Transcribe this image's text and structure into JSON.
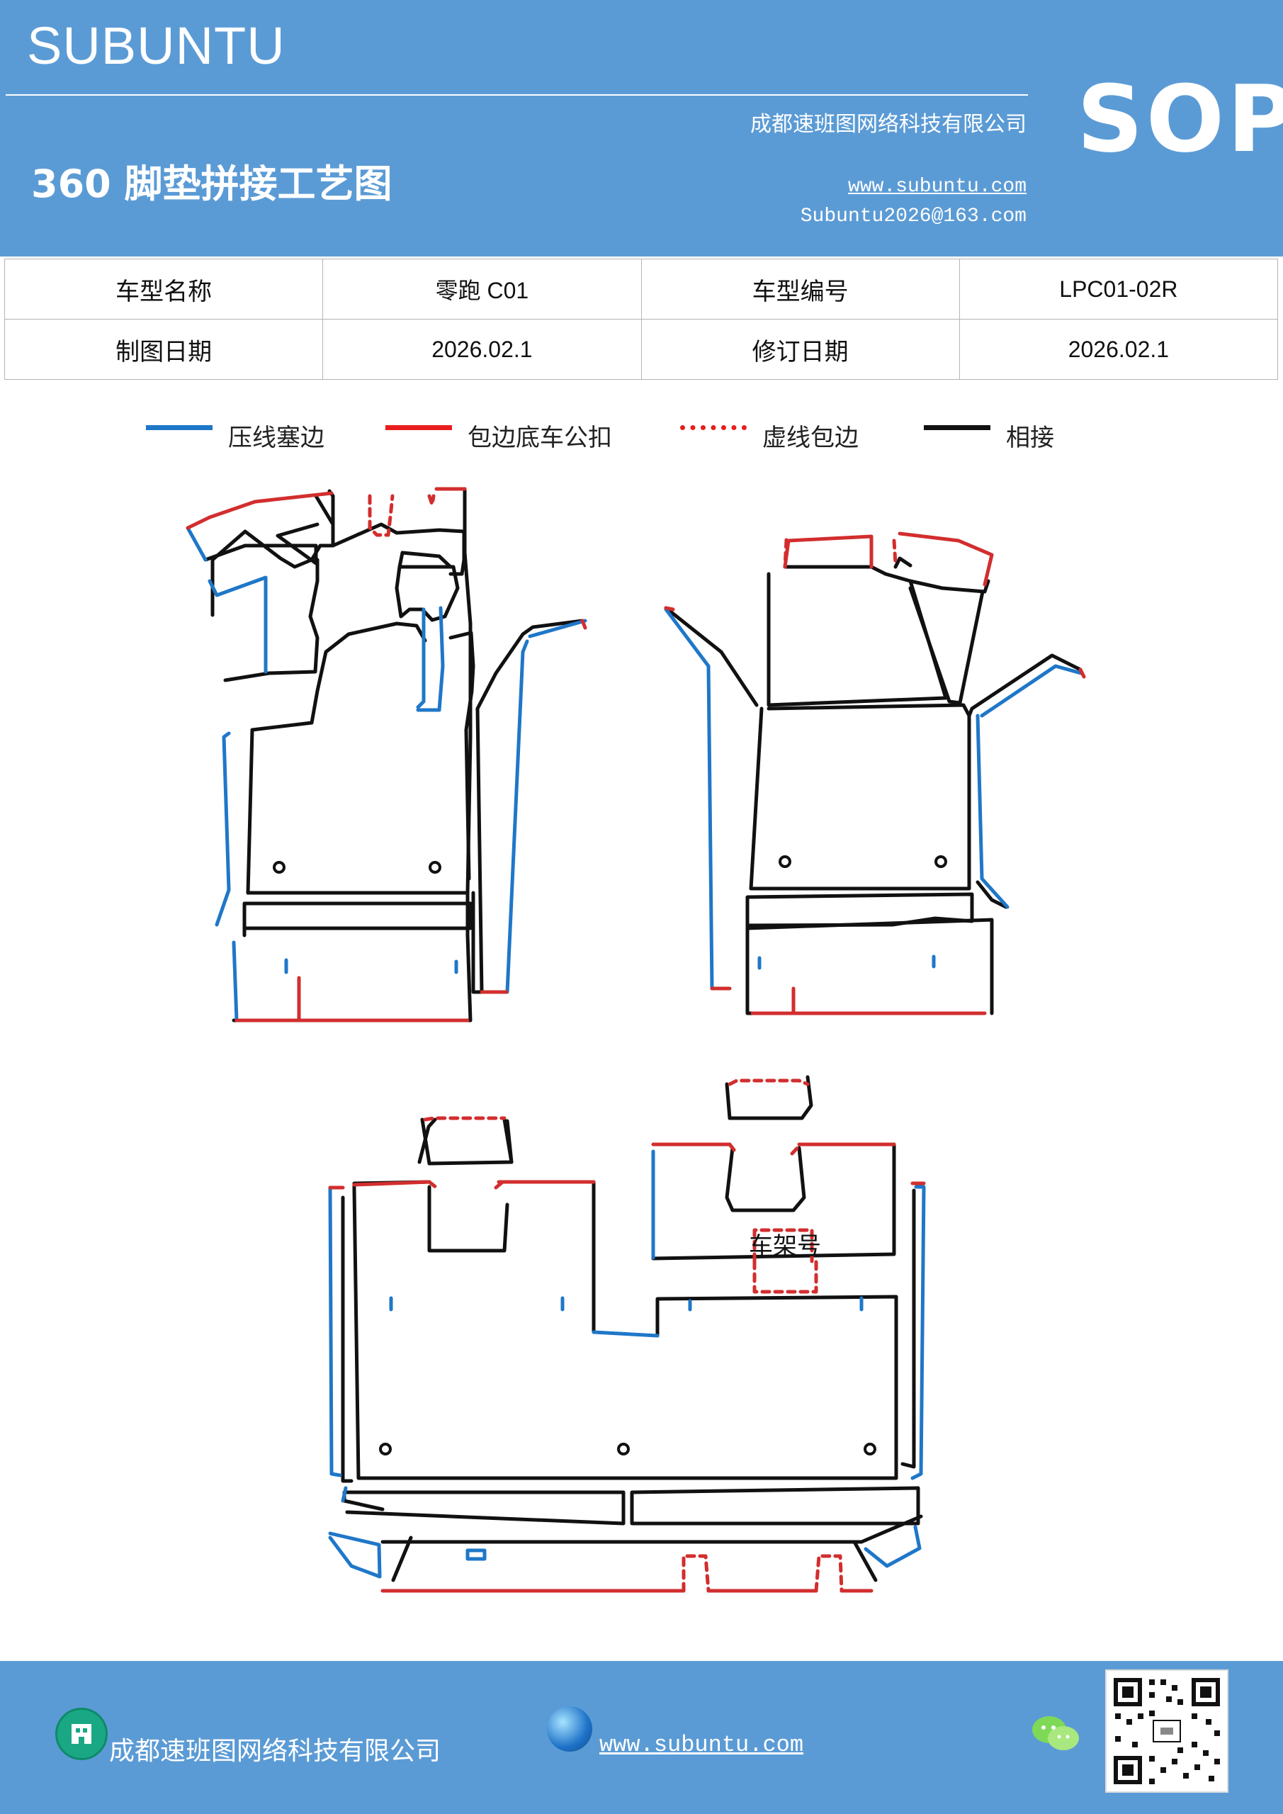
{
  "header": {
    "brand": "SUBUNTU",
    "sop_label": "SOP",
    "company": "成都速班图网络科技有限公司",
    "title": "360 脚垫拼接工艺图",
    "website": "www.subuntu.com",
    "email": "Subuntu2026@163.com",
    "background_color": "#5b9bd5"
  },
  "info_table": {
    "rows": [
      [
        {
          "text": "车型名称"
        },
        {
          "text": "零跑 C01"
        },
        {
          "text": "车型编号"
        },
        {
          "text": "LPC01-02R"
        }
      ],
      [
        {
          "text": "制图日期"
        },
        {
          "text": "2026.02.1"
        },
        {
          "text": "修订日期"
        },
        {
          "text": "2026.02.1"
        }
      ]
    ]
  },
  "legend": [
    {
      "label": "压线塞边",
      "color": "#1f77c8",
      "style": "solid"
    },
    {
      "label": "包边底车公扣",
      "color": "#e81e1e",
      "style": "solid"
    },
    {
      "label": "虚线包边",
      "color": "#e81e1e",
      "style": "dashed"
    },
    {
      "label": "相接",
      "color": "#111111",
      "style": "solid"
    }
  ],
  "diagram": {
    "frame_label": "车架号",
    "line_colors": {
      "press": "#1f77c8",
      "wrap": "#d22e2e",
      "join": "#111111"
    }
  },
  "footer": {
    "company": "成都速班图网络科技有限公司",
    "website": "www.subuntu.com",
    "icons": [
      "building-icon",
      "globe-icon",
      "wechat-icon",
      "qr-code"
    ]
  }
}
